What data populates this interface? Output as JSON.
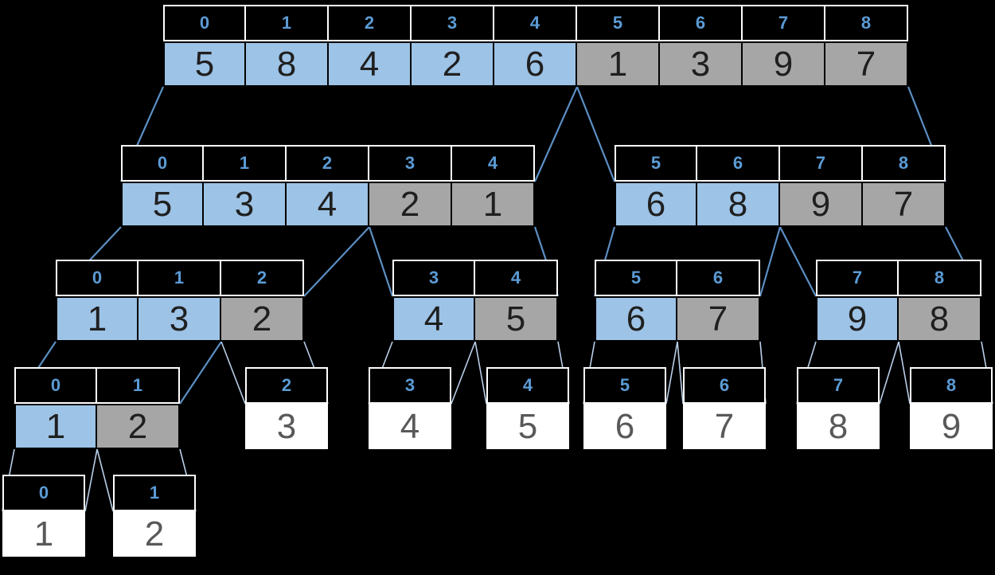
{
  "colors": {
    "background": "#000000",
    "cell_blue": "#9dc3e6",
    "cell_gray": "#a6a6a6",
    "cell_white": "#ffffff",
    "index_bg": "#000000",
    "index_border": "#ffffff",
    "index_text": "#5b9bd5",
    "value_text": "#1f1f1f",
    "value_text_white_cell": "#595959",
    "edge_dark": "#5b8fc4",
    "edge_light": "#b9cfe8"
  },
  "arrays": [
    {
      "id": "l1",
      "cells": [
        {
          "index": 0,
          "value": 5,
          "fill": "blue"
        },
        {
          "index": 1,
          "value": 8,
          "fill": "blue"
        },
        {
          "index": 2,
          "value": 4,
          "fill": "blue"
        },
        {
          "index": 3,
          "value": 2,
          "fill": "blue"
        },
        {
          "index": 4,
          "value": 6,
          "fill": "blue"
        },
        {
          "index": 5,
          "value": 1,
          "fill": "gray"
        },
        {
          "index": 6,
          "value": 3,
          "fill": "gray"
        },
        {
          "index": 7,
          "value": 9,
          "fill": "gray"
        },
        {
          "index": 8,
          "value": 7,
          "fill": "gray"
        }
      ]
    },
    {
      "id": "l2a",
      "cells": [
        {
          "index": 0,
          "value": 5,
          "fill": "blue"
        },
        {
          "index": 1,
          "value": 3,
          "fill": "blue"
        },
        {
          "index": 2,
          "value": 4,
          "fill": "blue"
        },
        {
          "index": 3,
          "value": 2,
          "fill": "gray"
        },
        {
          "index": 4,
          "value": 1,
          "fill": "gray"
        }
      ]
    },
    {
      "id": "l2b",
      "cells": [
        {
          "index": 5,
          "value": 6,
          "fill": "blue"
        },
        {
          "index": 6,
          "value": 8,
          "fill": "blue"
        },
        {
          "index": 7,
          "value": 9,
          "fill": "gray"
        },
        {
          "index": 8,
          "value": 7,
          "fill": "gray"
        }
      ]
    },
    {
      "id": "l3a",
      "cells": [
        {
          "index": 0,
          "value": 1,
          "fill": "blue"
        },
        {
          "index": 1,
          "value": 3,
          "fill": "blue"
        },
        {
          "index": 2,
          "value": 2,
          "fill": "gray"
        }
      ]
    },
    {
      "id": "l3b",
      "cells": [
        {
          "index": 3,
          "value": 4,
          "fill": "blue"
        },
        {
          "index": 4,
          "value": 5,
          "fill": "gray"
        }
      ]
    },
    {
      "id": "l3c",
      "cells": [
        {
          "index": 5,
          "value": 6,
          "fill": "blue"
        },
        {
          "index": 6,
          "value": 7,
          "fill": "gray"
        }
      ]
    },
    {
      "id": "l3d",
      "cells": [
        {
          "index": 7,
          "value": 9,
          "fill": "blue"
        },
        {
          "index": 8,
          "value": 8,
          "fill": "gray"
        }
      ]
    },
    {
      "id": "l4a",
      "cells": [
        {
          "index": 0,
          "value": 1,
          "fill": "blue"
        },
        {
          "index": 1,
          "value": 2,
          "fill": "gray"
        }
      ]
    },
    {
      "id": "l4b",
      "cells": [
        {
          "index": 2,
          "value": 3,
          "fill": "white"
        }
      ]
    },
    {
      "id": "l4c",
      "cells": [
        {
          "index": 3,
          "value": 4,
          "fill": "white"
        }
      ]
    },
    {
      "id": "l4d",
      "cells": [
        {
          "index": 4,
          "value": 5,
          "fill": "white"
        }
      ]
    },
    {
      "id": "l4e",
      "cells": [
        {
          "index": 5,
          "value": 6,
          "fill": "white"
        }
      ]
    },
    {
      "id": "l4f",
      "cells": [
        {
          "index": 6,
          "value": 7,
          "fill": "white"
        }
      ]
    },
    {
      "id": "l4g",
      "cells": [
        {
          "index": 7,
          "value": 8,
          "fill": "white"
        }
      ]
    },
    {
      "id": "l4h",
      "cells": [
        {
          "index": 8,
          "value": 9,
          "fill": "white"
        }
      ]
    },
    {
      "id": "l5a",
      "cells": [
        {
          "index": 0,
          "value": 1,
          "fill": "white"
        }
      ]
    },
    {
      "id": "l5b",
      "cells": [
        {
          "index": 1,
          "value": 2,
          "fill": "white"
        }
      ]
    }
  ],
  "edges": [
    {
      "parent": "l1",
      "left": "l2a",
      "right": "l2b"
    },
    {
      "parent": "l2a",
      "left": "l3a",
      "right": "l3b"
    },
    {
      "parent": "l2b",
      "left": "l3c",
      "right": "l3d"
    },
    {
      "parent": "l3a",
      "left": "l4a",
      "right": "l4b"
    },
    {
      "parent": "l3b",
      "left": "l4c",
      "right": "l4d"
    },
    {
      "parent": "l3c",
      "left": "l4e",
      "right": "l4f"
    },
    {
      "parent": "l3d",
      "left": "l4g",
      "right": "l4h"
    },
    {
      "parent": "l4a",
      "left": "l5a",
      "right": "l5b"
    }
  ]
}
